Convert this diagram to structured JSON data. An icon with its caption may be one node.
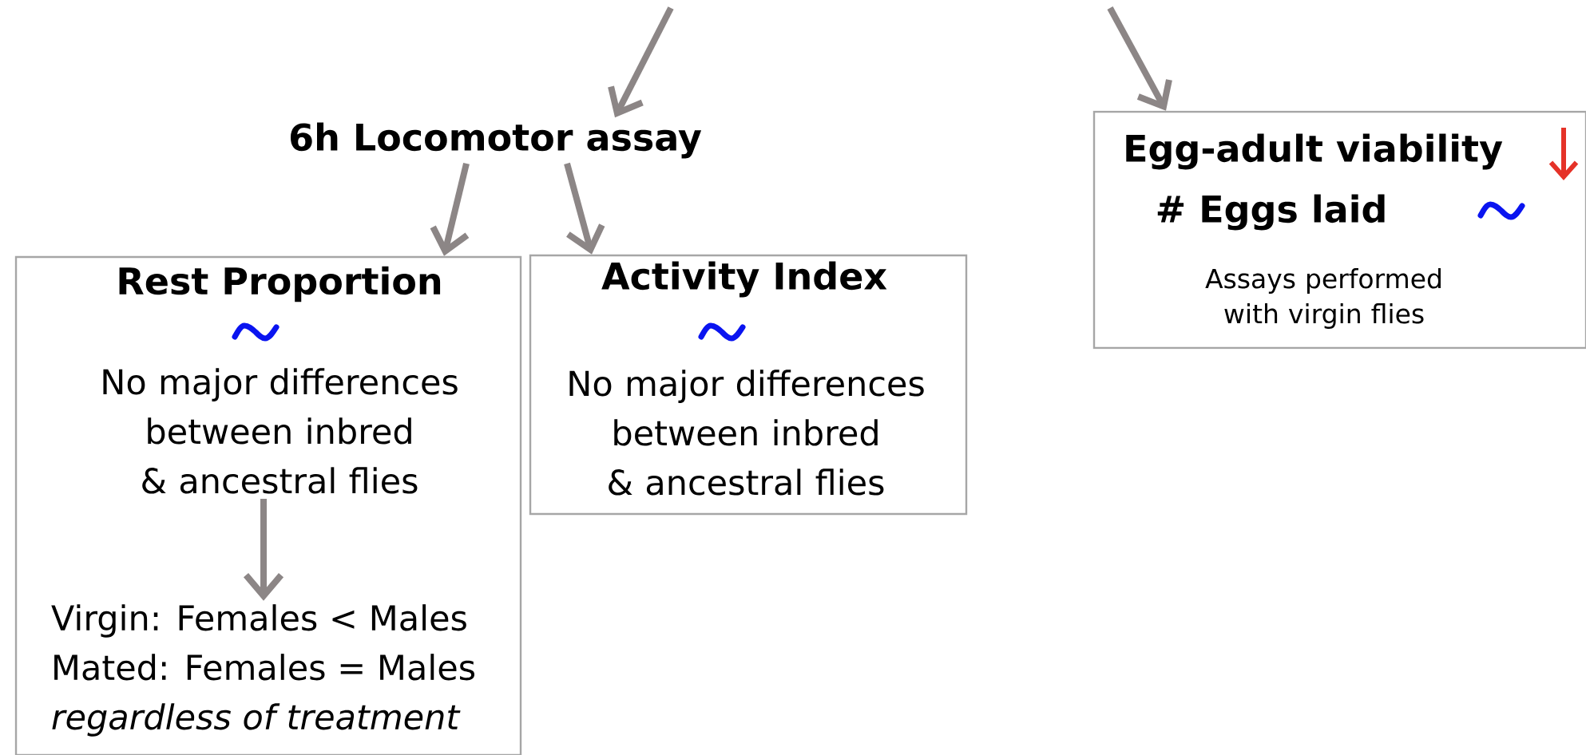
{
  "diagram": {
    "nodes": [
      {
        "text": [
          "6h Locomotor assay"
        ]
      },
      {
        "text": [
          "Rest Proportion"
        ]
      },
      {
        "text": [
          "No major differences between inbred & ancestral flies"
        ],
        "in": 1
      },
      {
        "text": [
          "Virgin: Females < Males",
          "Mated: Females = Males",
          "regardless of treatment"
        ],
        "in": 1
      },
      {
        "text": [
          "Activity Index",
          "No major differences between inbred & ancestral flies"
        ]
      },
      {
        "text": [
          "Egg-adult viability",
          "# Eggs laid",
          "Assays performed with virgin flies"
        ]
      }
    ],
    "edges": [
      {
        "from": null,
        "to": 0,
        "arrow": "to"
      },
      {
        "from": 0,
        "to": 1,
        "arrow": "to"
      },
      {
        "from": 0,
        "to": 4,
        "arrow": "to"
      },
      {
        "from": 2,
        "to": 3,
        "arrow": "to"
      },
      {
        "from": null,
        "to": 5,
        "arrow": "to"
      }
    ]
  }
}
